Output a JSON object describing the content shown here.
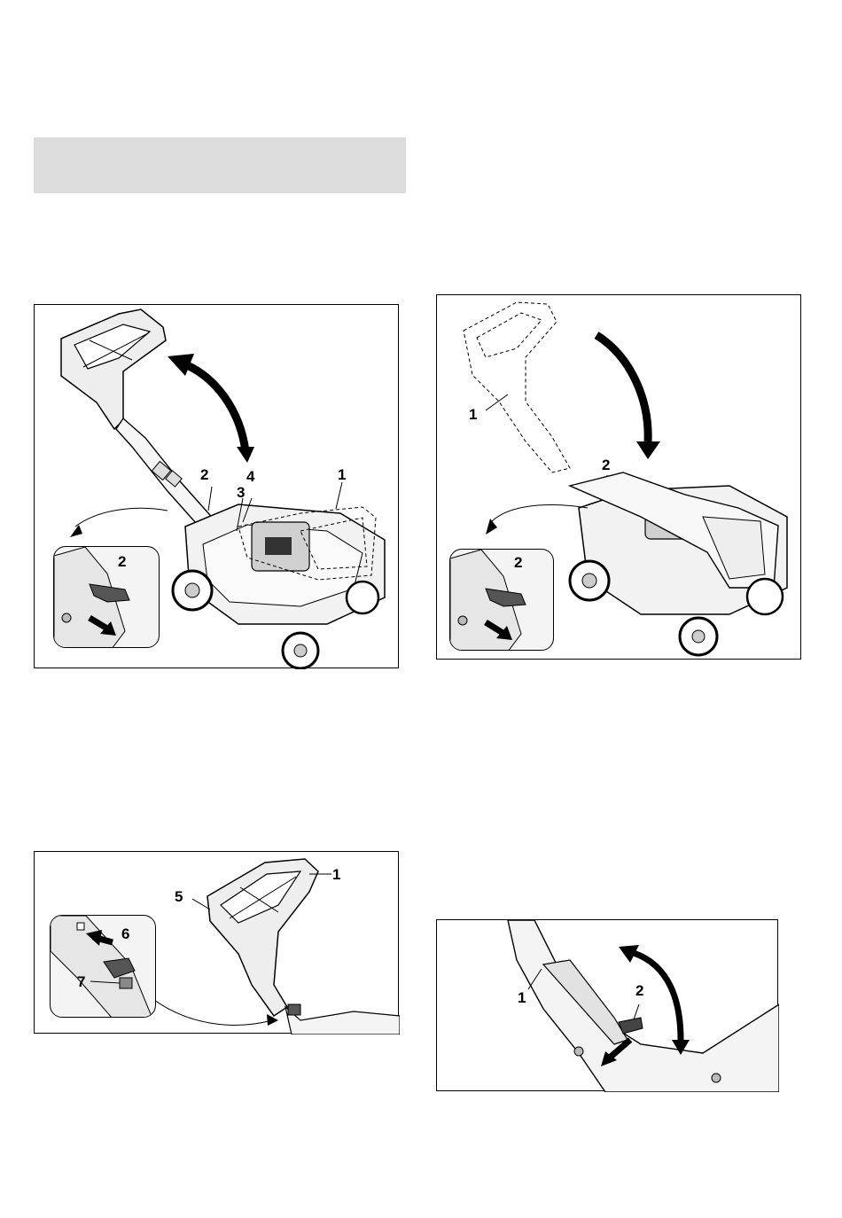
{
  "figures": {
    "fig1": {
      "callouts": {
        "c1": "1",
        "c2": "2",
        "c3": "3",
        "c4": "4",
        "inset_c2": "2"
      }
    },
    "fig2": {
      "callouts": {
        "c1": "1",
        "c2": "2",
        "inset_c2": "2"
      }
    },
    "fig3": {
      "callouts": {
        "c1": "1",
        "c5": "5",
        "c6": "6",
        "c7": "7"
      }
    },
    "fig4": {
      "callouts": {
        "c1": "1",
        "c2": "2"
      }
    }
  },
  "colors": {
    "header_bar": "#dcdcdc",
    "line": "#000000",
    "shade": "#cfcfcf"
  },
  "icons": [
    "curved-arrow-icon",
    "lever-arrow-icon",
    "pointer-arrow-icon"
  ]
}
